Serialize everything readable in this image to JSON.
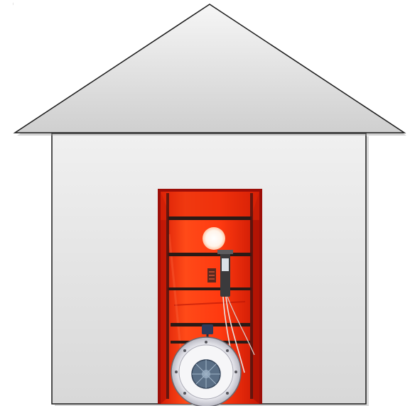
{
  "figure": {
    "corner_mark": ":",
    "colors": {
      "background": "#ffffff",
      "roof_top": "#f6f6f6",
      "roof_bottom": "#cfcfcf",
      "wall_top": "#f0f0f0",
      "wall_bottom": "#d8d8d8",
      "outline": "#1a1a1a",
      "shadow": "#9a9a9a",
      "door_frame": "#b01010",
      "curtain": "#ff3a10",
      "curtain_dark": "#d81e06",
      "strap": "#2a1a16",
      "fan_housing": "#e8e8ec",
      "fan_grille": "#5a6f86",
      "port_light": "#fff7ee"
    },
    "icons": [
      "house-roof",
      "house-wall",
      "blower-door-curtain",
      "blower-fan",
      "pressure-gauge"
    ]
  }
}
